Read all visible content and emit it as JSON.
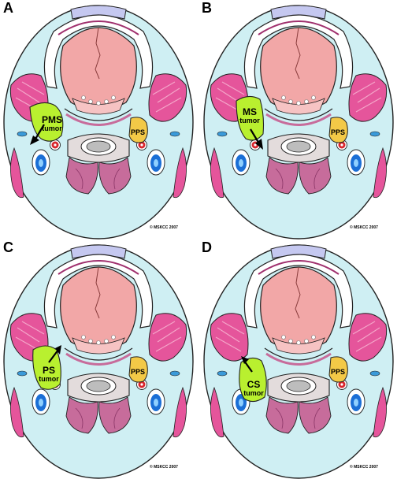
{
  "figure": {
    "panels": [
      {
        "id": "A",
        "letter": "A",
        "tumor_line1": "PMS",
        "tumor_line2": "tumor",
        "pps_label": "PPS",
        "copyright": "© MSKCC 2007"
      },
      {
        "id": "B",
        "letter": "B",
        "tumor_line1": "MS",
        "tumor_line2": "tumor",
        "pps_label": "PPS",
        "copyright": "© MSKCC 2007"
      },
      {
        "id": "C",
        "letter": "C",
        "tumor_line1": "PS",
        "tumor_line2": "tumor",
        "pps_label": "PPS",
        "copyright": "© MSKCC 2007"
      },
      {
        "id": "D",
        "letter": "D",
        "tumor_line1": "CS",
        "tumor_line2": "tumor",
        "pps_label": "PPS",
        "copyright": "© MSKCC 2007"
      }
    ]
  },
  "colors": {
    "background": "#cfeff3",
    "tongue": "#f2a7a7",
    "muscle": "#e5559b",
    "palate": "#c5c8f0",
    "tumor": "#b9f02f",
    "pps_fat": "#f3c947",
    "artery": "#d8252c",
    "vein": "#1b6fd6",
    "vertebra": "#e3dcdc",
    "spinal_cord": "#bdbdbd",
    "prevertebral": "#c76c9b"
  }
}
